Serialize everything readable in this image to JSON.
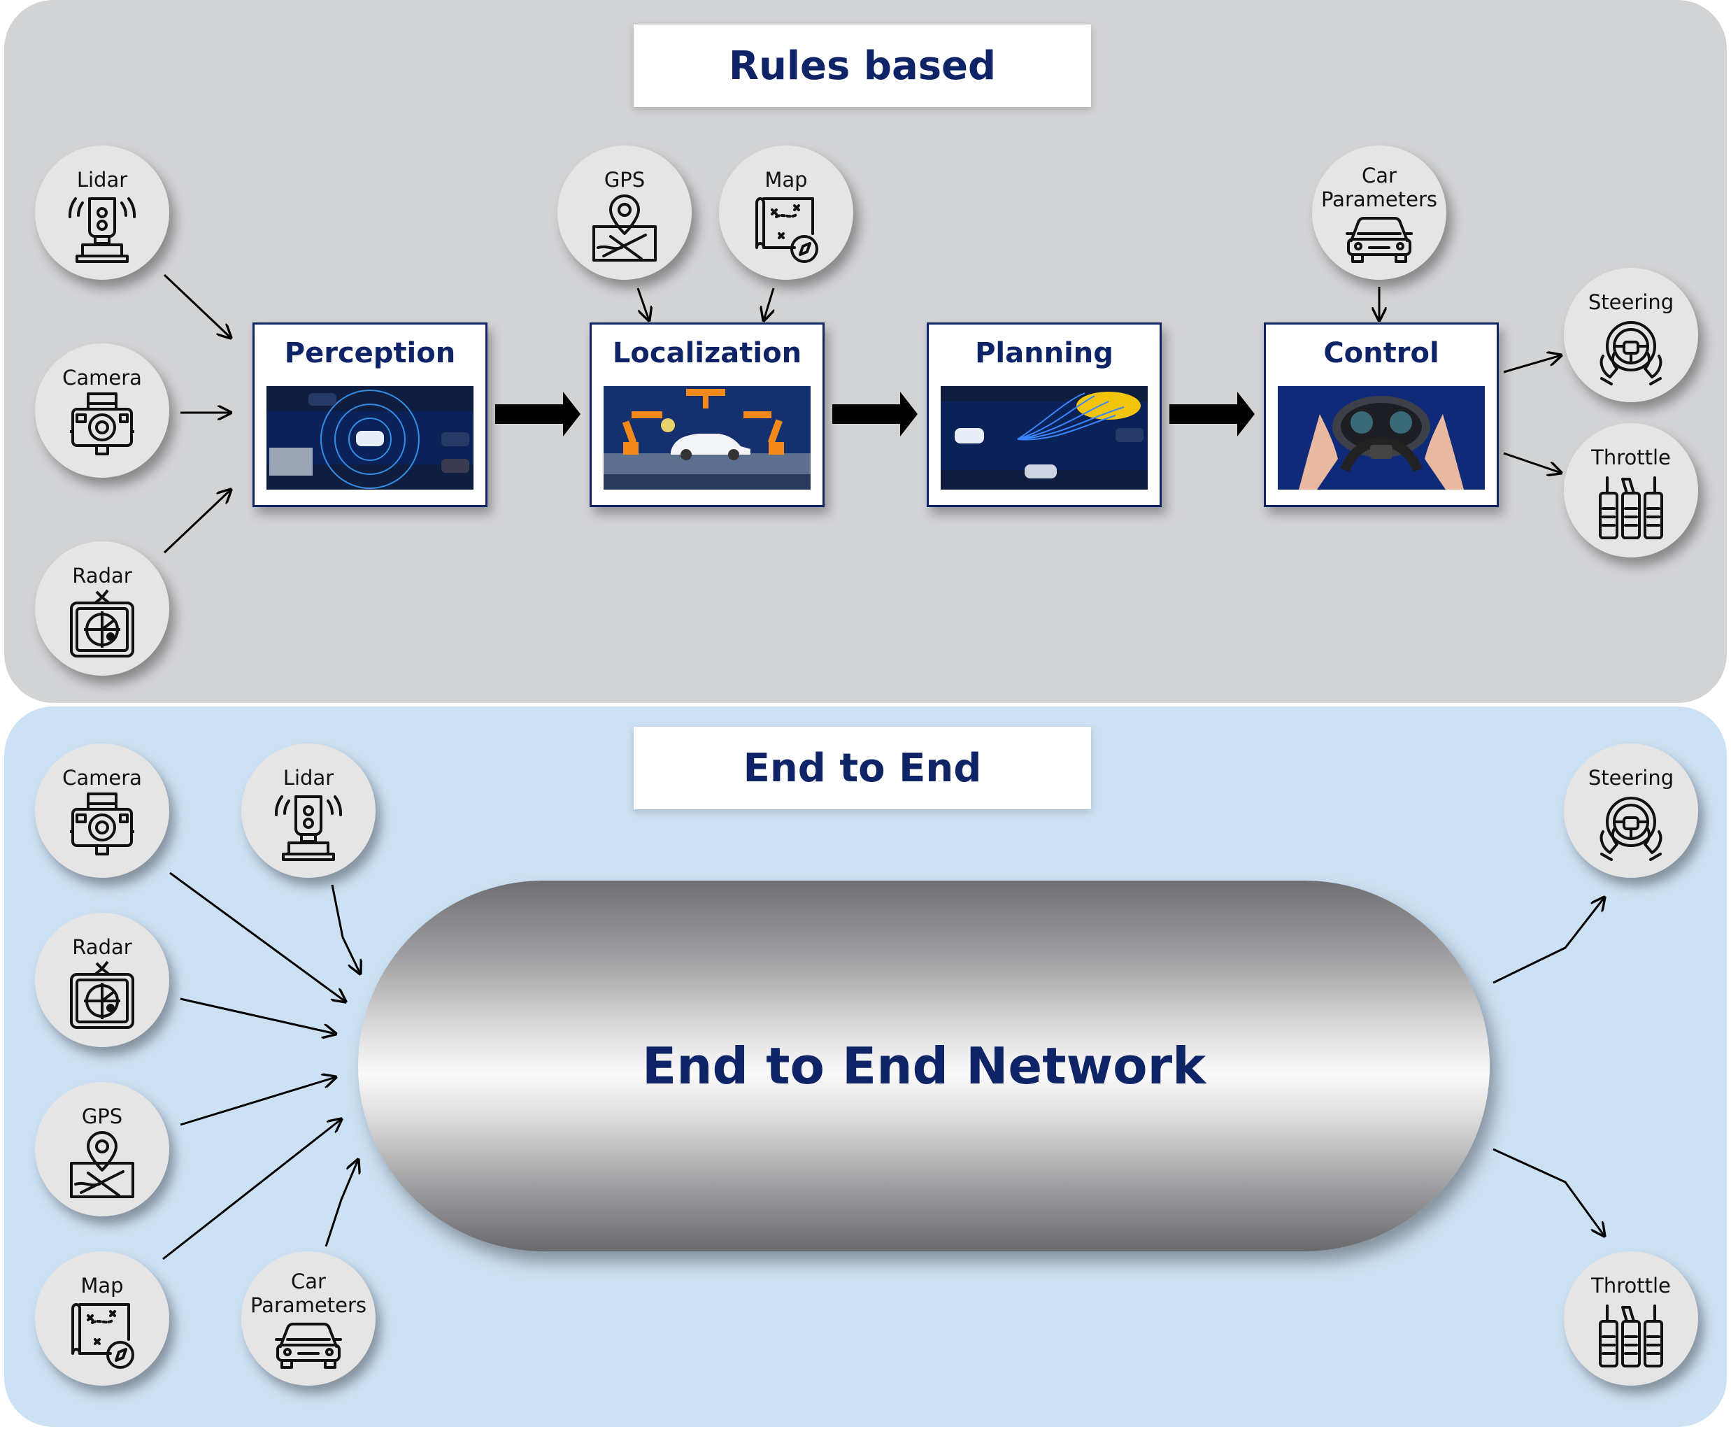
{
  "rules": {
    "title": "Rules based",
    "inputs": {
      "lidar": "Lidar",
      "camera": "Camera",
      "radar": "Radar",
      "gps": "GPS",
      "map": "Map",
      "car_line1": "Car",
      "car_line2": "Parameters"
    },
    "stages": {
      "perception": "Perception",
      "localization": "Localization",
      "planning": "Planning",
      "control": "Control"
    },
    "outputs": {
      "steering": "Steering",
      "throttle": "Throttle"
    }
  },
  "e2e": {
    "title": "End to End",
    "network": "End to End Network",
    "inputs": {
      "camera": "Camera",
      "lidar": "Lidar",
      "radar": "Radar",
      "gps": "GPS",
      "map": "Map",
      "car_line1": "Car",
      "car_line2": "Parameters"
    },
    "outputs": {
      "steering": "Steering",
      "throttle": "Throttle"
    }
  },
  "colors": {
    "navy": "#0e2466",
    "top_panel": "#d2d3d5",
    "bottom_panel": "#cde1f4"
  },
  "icons": [
    "lidar-icon",
    "camera-icon",
    "radar-icon",
    "gps-icon",
    "map-icon",
    "car-icon",
    "steering-icon",
    "throttle-icon"
  ]
}
